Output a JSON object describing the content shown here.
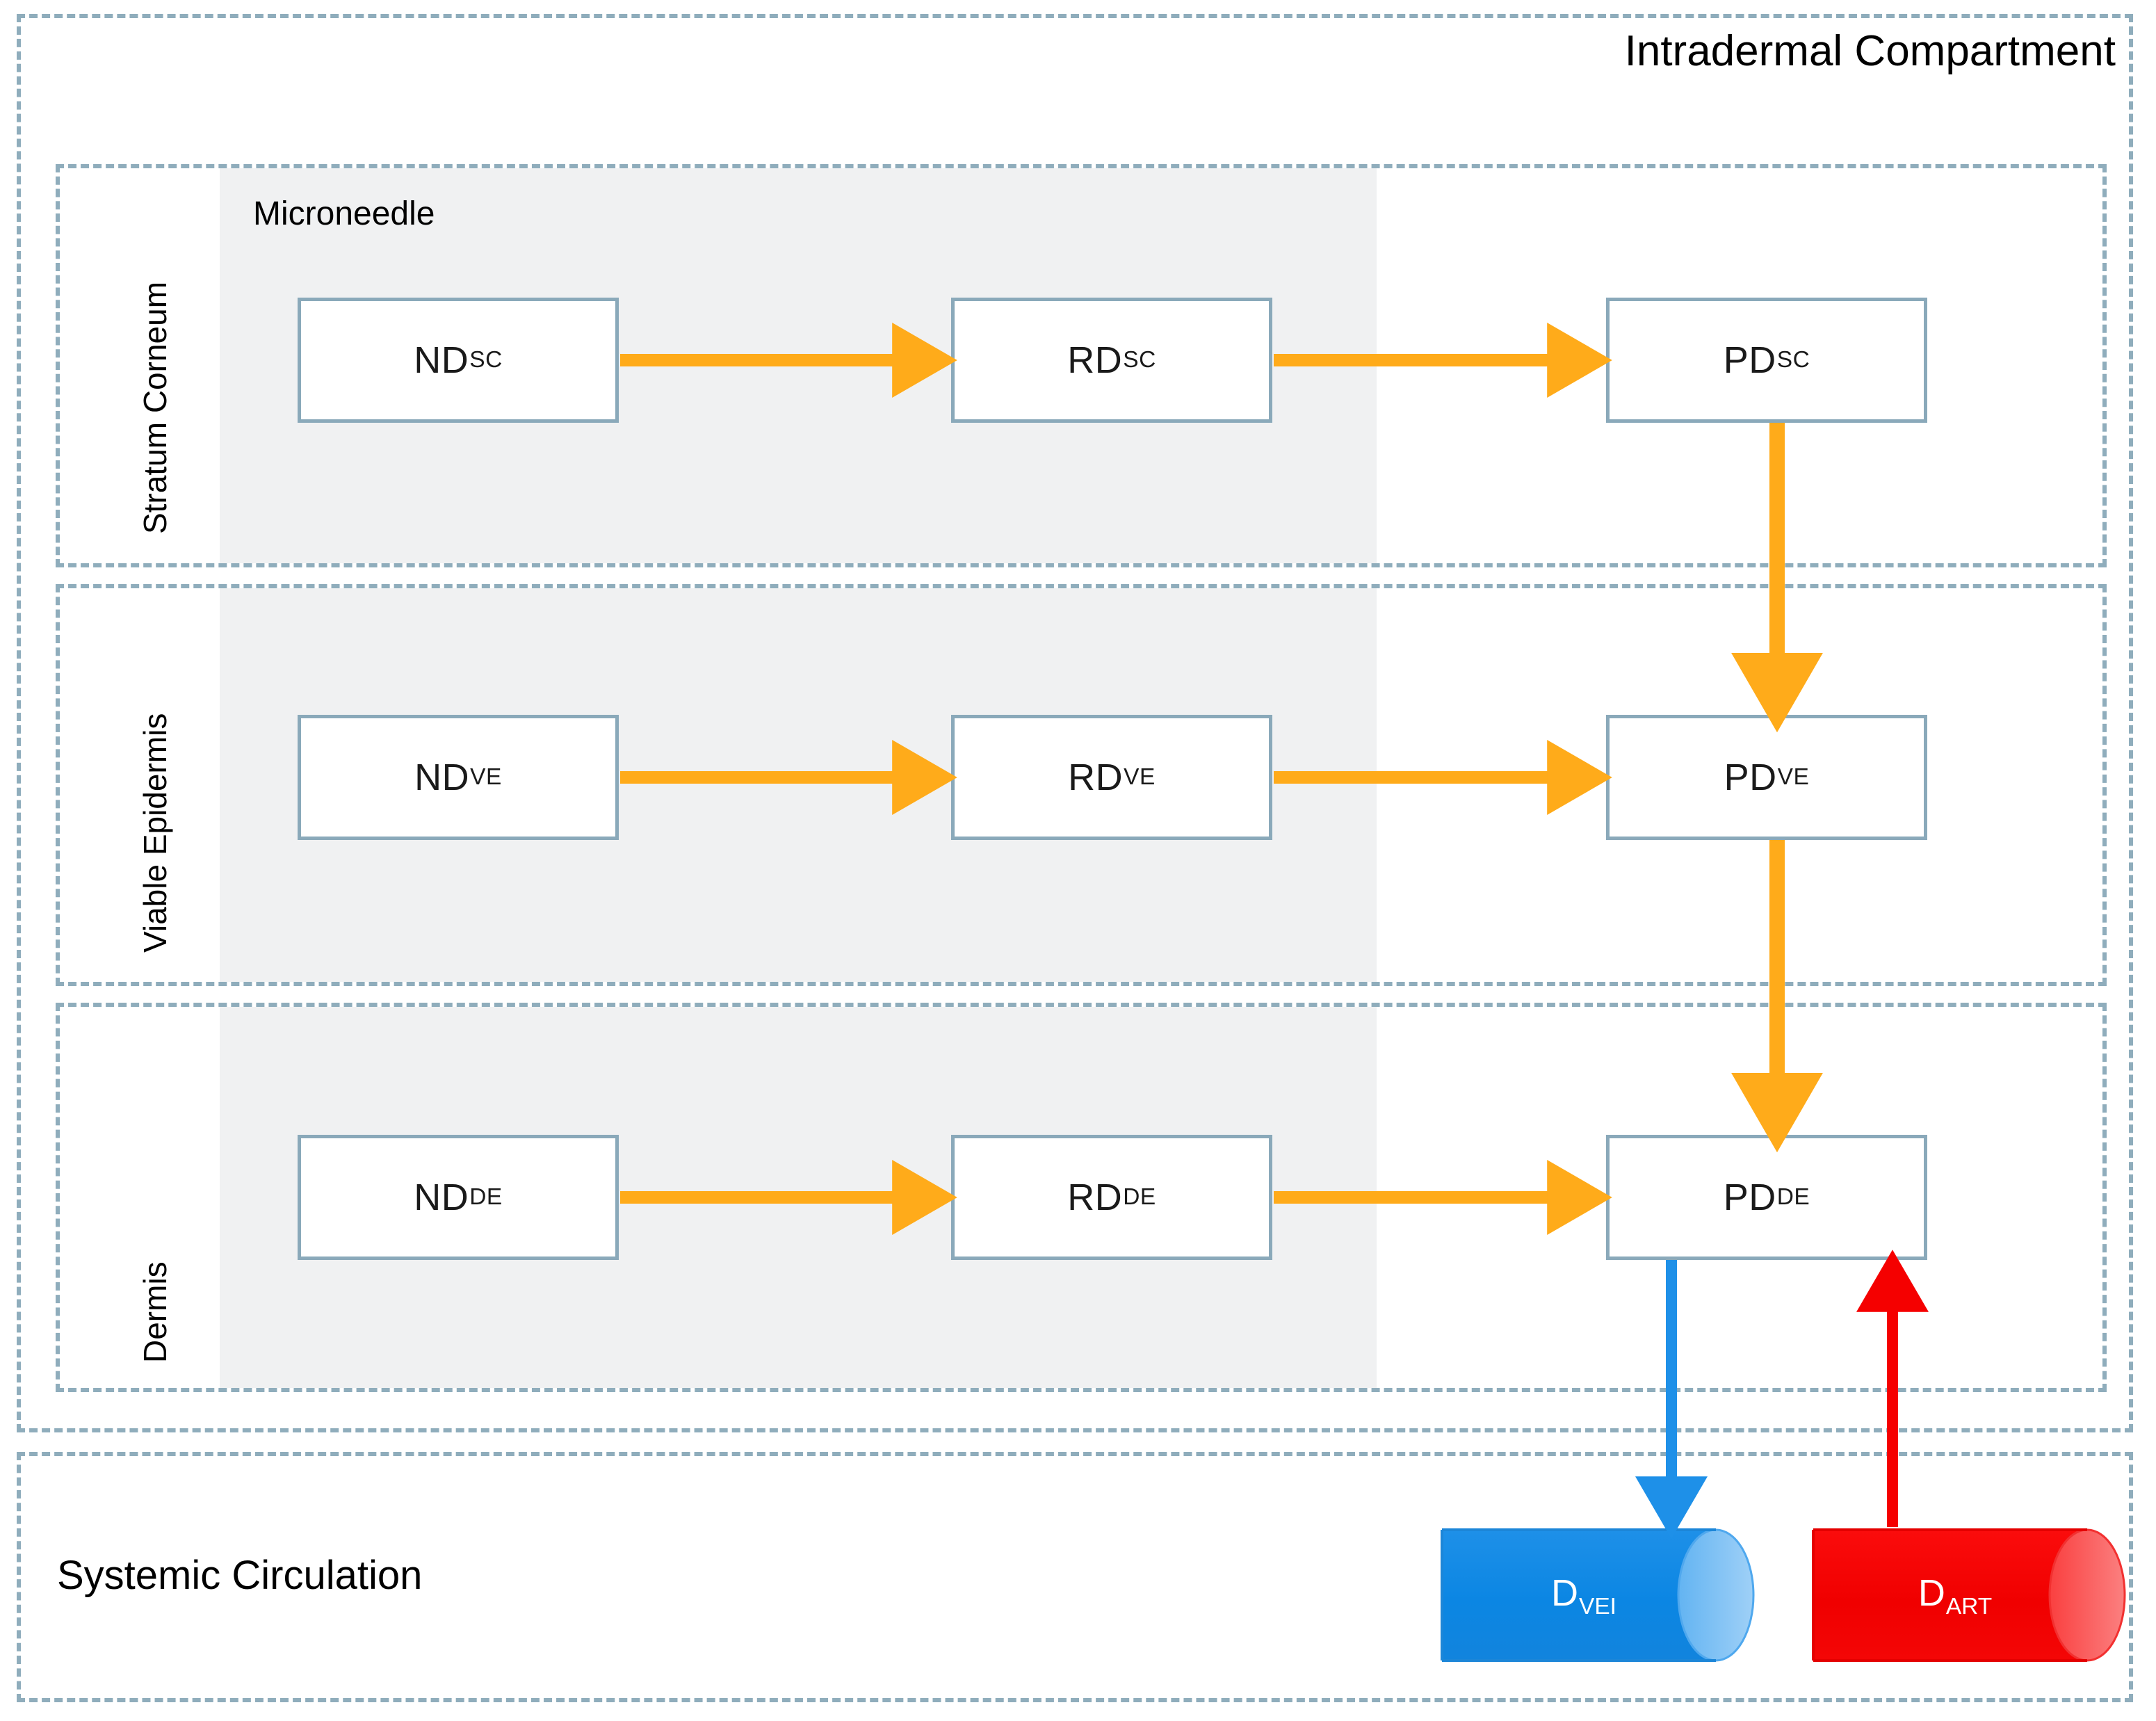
{
  "diagram": {
    "outer_title": "Intradermal Compartment",
    "systemic_title": "Systemic Circulation",
    "microneedle_label": "Microneedle",
    "layers": [
      {
        "id": "sc",
        "side_label": "Stratum Corneum"
      },
      {
        "id": "ve",
        "side_label": "Viable Epidermis"
      },
      {
        "id": "de",
        "side_label": "Dermis"
      }
    ],
    "nodes": {
      "nd_sc": {
        "base": "ND",
        "sub": "SC"
      },
      "rd_sc": {
        "base": "RD",
        "sub": "SC"
      },
      "pd_sc": {
        "base": "PD",
        "sub": "SC"
      },
      "nd_ve": {
        "base": "ND",
        "sub": "VE"
      },
      "rd_ve": {
        "base": "RD",
        "sub": "VE"
      },
      "pd_ve": {
        "base": "PD",
        "sub": "VE"
      },
      "nd_de": {
        "base": "ND",
        "sub": "DE"
      },
      "rd_de": {
        "base": "RD",
        "sub": "DE"
      },
      "pd_de": {
        "base": "PD",
        "sub": "DE"
      }
    },
    "cylinders": {
      "vein": {
        "base": "D",
        "sub": "VEI"
      },
      "artery": {
        "base": "D",
        "sub": "ART"
      }
    },
    "colors": {
      "flow_orange": "#FFAB1A",
      "venous_blue": "#1E90E8",
      "arterial_red": "#F50000",
      "dashed_border": "#8FADBC",
      "box_border": "#8AA9BA",
      "microneedle_fill": "#F0F1F2"
    },
    "edges": [
      {
        "from": "nd_sc",
        "to": "rd_sc",
        "color": "flow_orange",
        "direction": "right"
      },
      {
        "from": "rd_sc",
        "to": "pd_sc",
        "color": "flow_orange",
        "direction": "right"
      },
      {
        "from": "nd_ve",
        "to": "rd_ve",
        "color": "flow_orange",
        "direction": "right"
      },
      {
        "from": "rd_ve",
        "to": "pd_ve",
        "color": "flow_orange",
        "direction": "right"
      },
      {
        "from": "nd_de",
        "to": "rd_de",
        "color": "flow_orange",
        "direction": "right"
      },
      {
        "from": "rd_de",
        "to": "pd_de",
        "color": "flow_orange",
        "direction": "right"
      },
      {
        "from": "pd_sc",
        "to": "pd_ve",
        "color": "flow_orange",
        "direction": "down"
      },
      {
        "from": "pd_ve",
        "to": "pd_de",
        "color": "flow_orange",
        "direction": "down"
      },
      {
        "from": "pd_de",
        "to": "vein",
        "color": "venous_blue",
        "direction": "down"
      },
      {
        "from": "artery",
        "to": "pd_de",
        "color": "arterial_red",
        "direction": "up"
      }
    ]
  }
}
